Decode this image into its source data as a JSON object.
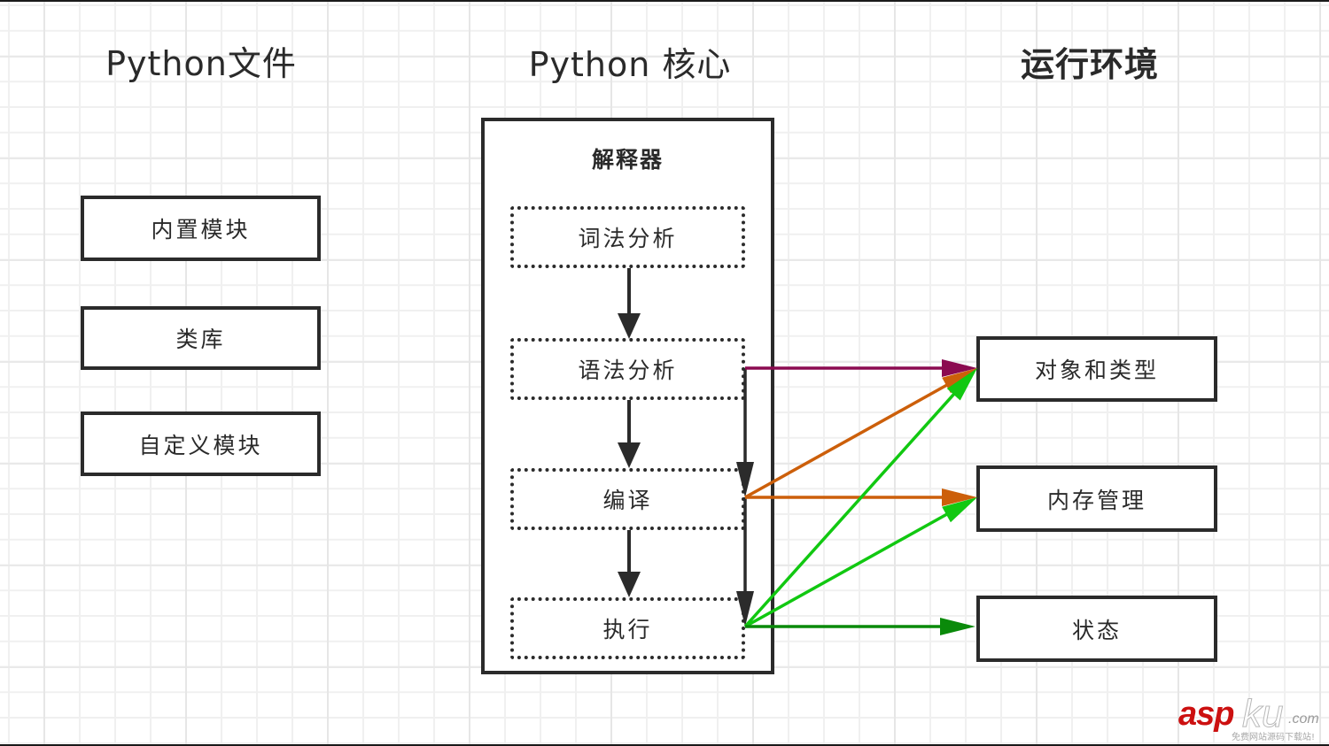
{
  "columns": {
    "files": {
      "title": "Python文件",
      "items": [
        "内置模块",
        "类库",
        "自定义模块"
      ]
    },
    "core": {
      "title": "Python 核心",
      "interpreter": {
        "label": "解释器",
        "stages": [
          "词法分析",
          "语法分析",
          "编译",
          "执行"
        ]
      }
    },
    "runtime": {
      "title": "运行环境",
      "items": [
        "对象和类型",
        "内存管理",
        "状态"
      ]
    }
  },
  "edges": [
    {
      "from": "词法分析",
      "to": "语法分析",
      "color": "#2b2b2b"
    },
    {
      "from": "语法分析",
      "to": "编译",
      "color": "#2b2b2b"
    },
    {
      "from": "编译",
      "to": "执行",
      "color": "#2b2b2b"
    },
    {
      "from": "语法分析",
      "to": "对象和类型",
      "color": "#8b0a50"
    },
    {
      "from": "编译",
      "to": "对象和类型",
      "color": "#cc5f0a"
    },
    {
      "from": "编译",
      "to": "内存管理",
      "color": "#cc5f0a"
    },
    {
      "from": "执行",
      "to": "对象和类型",
      "color": "#11c811"
    },
    {
      "from": "执行",
      "to": "内存管理",
      "color": "#11c811"
    },
    {
      "from": "执行",
      "to": "状态",
      "color": "#0a8a0a"
    }
  ],
  "watermark": {
    "brand_a": "asp",
    "brand_b": "ku",
    "suffix": ".com",
    "slogan": "免费网站源码下载站!",
    "color": "#cc1010"
  }
}
